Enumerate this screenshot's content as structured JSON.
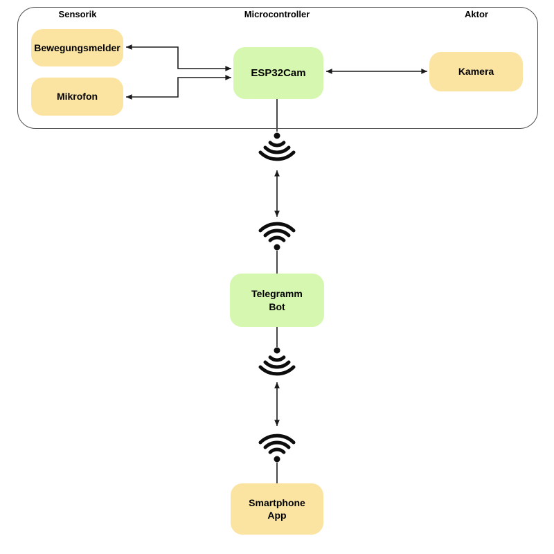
{
  "groups": {
    "hardware": {
      "section_labels": [
        {
          "id": "sensorik",
          "label": "Sensorik"
        },
        {
          "id": "microcontroller",
          "label": "Microcontroller"
        },
        {
          "id": "aktor",
          "label": "Aktor"
        }
      ]
    }
  },
  "nodes": {
    "bewegungsmelder": {
      "label": "Bewegungsmelder",
      "fill": "#fbe3a2"
    },
    "mikrofon": {
      "label": "Mikrofon",
      "fill": "#fbe3a2"
    },
    "esp32cam": {
      "label": "ESP32Cam",
      "fill": "#d6f7b0"
    },
    "kamera": {
      "label": "Kamera",
      "fill": "#fbe3a2"
    },
    "telegramm_bot": {
      "label": "Telegramm\nBot",
      "fill": "#d6f7b0"
    },
    "smartphone_app": {
      "label": "Smartphone\nApp",
      "fill": "#fbe3a2"
    }
  },
  "icons": {
    "wifi": {
      "name": "wifi-icon",
      "count": 4,
      "color": "#0d0d0d"
    }
  },
  "colors": {
    "node_yellow": "#fbe3a2",
    "node_green": "#d6f7b0",
    "connector": "#1a1a1a",
    "container_border": "#4d4d4d",
    "background": "#ffffff"
  },
  "connections": [
    {
      "from": "ESP32Cam",
      "to": "Bewegungsmelder",
      "type": "bidirectional-elbow"
    },
    {
      "from": "ESP32Cam",
      "to": "Mikrofon",
      "type": "bidirectional-elbow"
    },
    {
      "from": "ESP32Cam",
      "to": "Kamera",
      "type": "bidirectional"
    },
    {
      "from": "ESP32Cam",
      "to": "Telegramm Bot",
      "via": "wifi",
      "type": "bidirectional"
    },
    {
      "from": "Telegramm Bot",
      "to": "Smartphone App",
      "via": "wifi",
      "type": "bidirectional"
    }
  ]
}
